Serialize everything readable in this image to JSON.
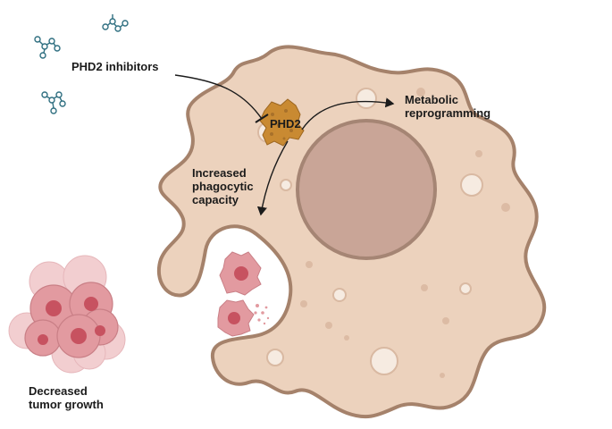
{
  "labels": {
    "inhibitors": "PHD2 inhibitors",
    "enzyme": "PHD2",
    "metabolic_line1": "Metabolic",
    "metabolic_line2": "reprogramming",
    "phago_line1": "Increased",
    "phago_line2": "phagocytic",
    "phago_line3": "capacity",
    "tumor_line1": "Decreased",
    "tumor_line2": "tumor growth"
  },
  "colors": {
    "cell_fill": "#ecd2bd",
    "cell_border": "#a5826b",
    "nucleus_fill": "#c9a597",
    "nucleus_border": "#a58574",
    "vesicle": "#f6ebe1",
    "enzyme": "#c98a32",
    "tumor_cell": "#e29aa0",
    "tumor_core": "#c75260",
    "molecule": "#2f6f80",
    "text": "#1b1b1b"
  },
  "icons": [
    "molecule-icon",
    "protein-icon",
    "tumor-cell-icon",
    "arrow-icon",
    "inhibition-arrow-icon"
  ]
}
